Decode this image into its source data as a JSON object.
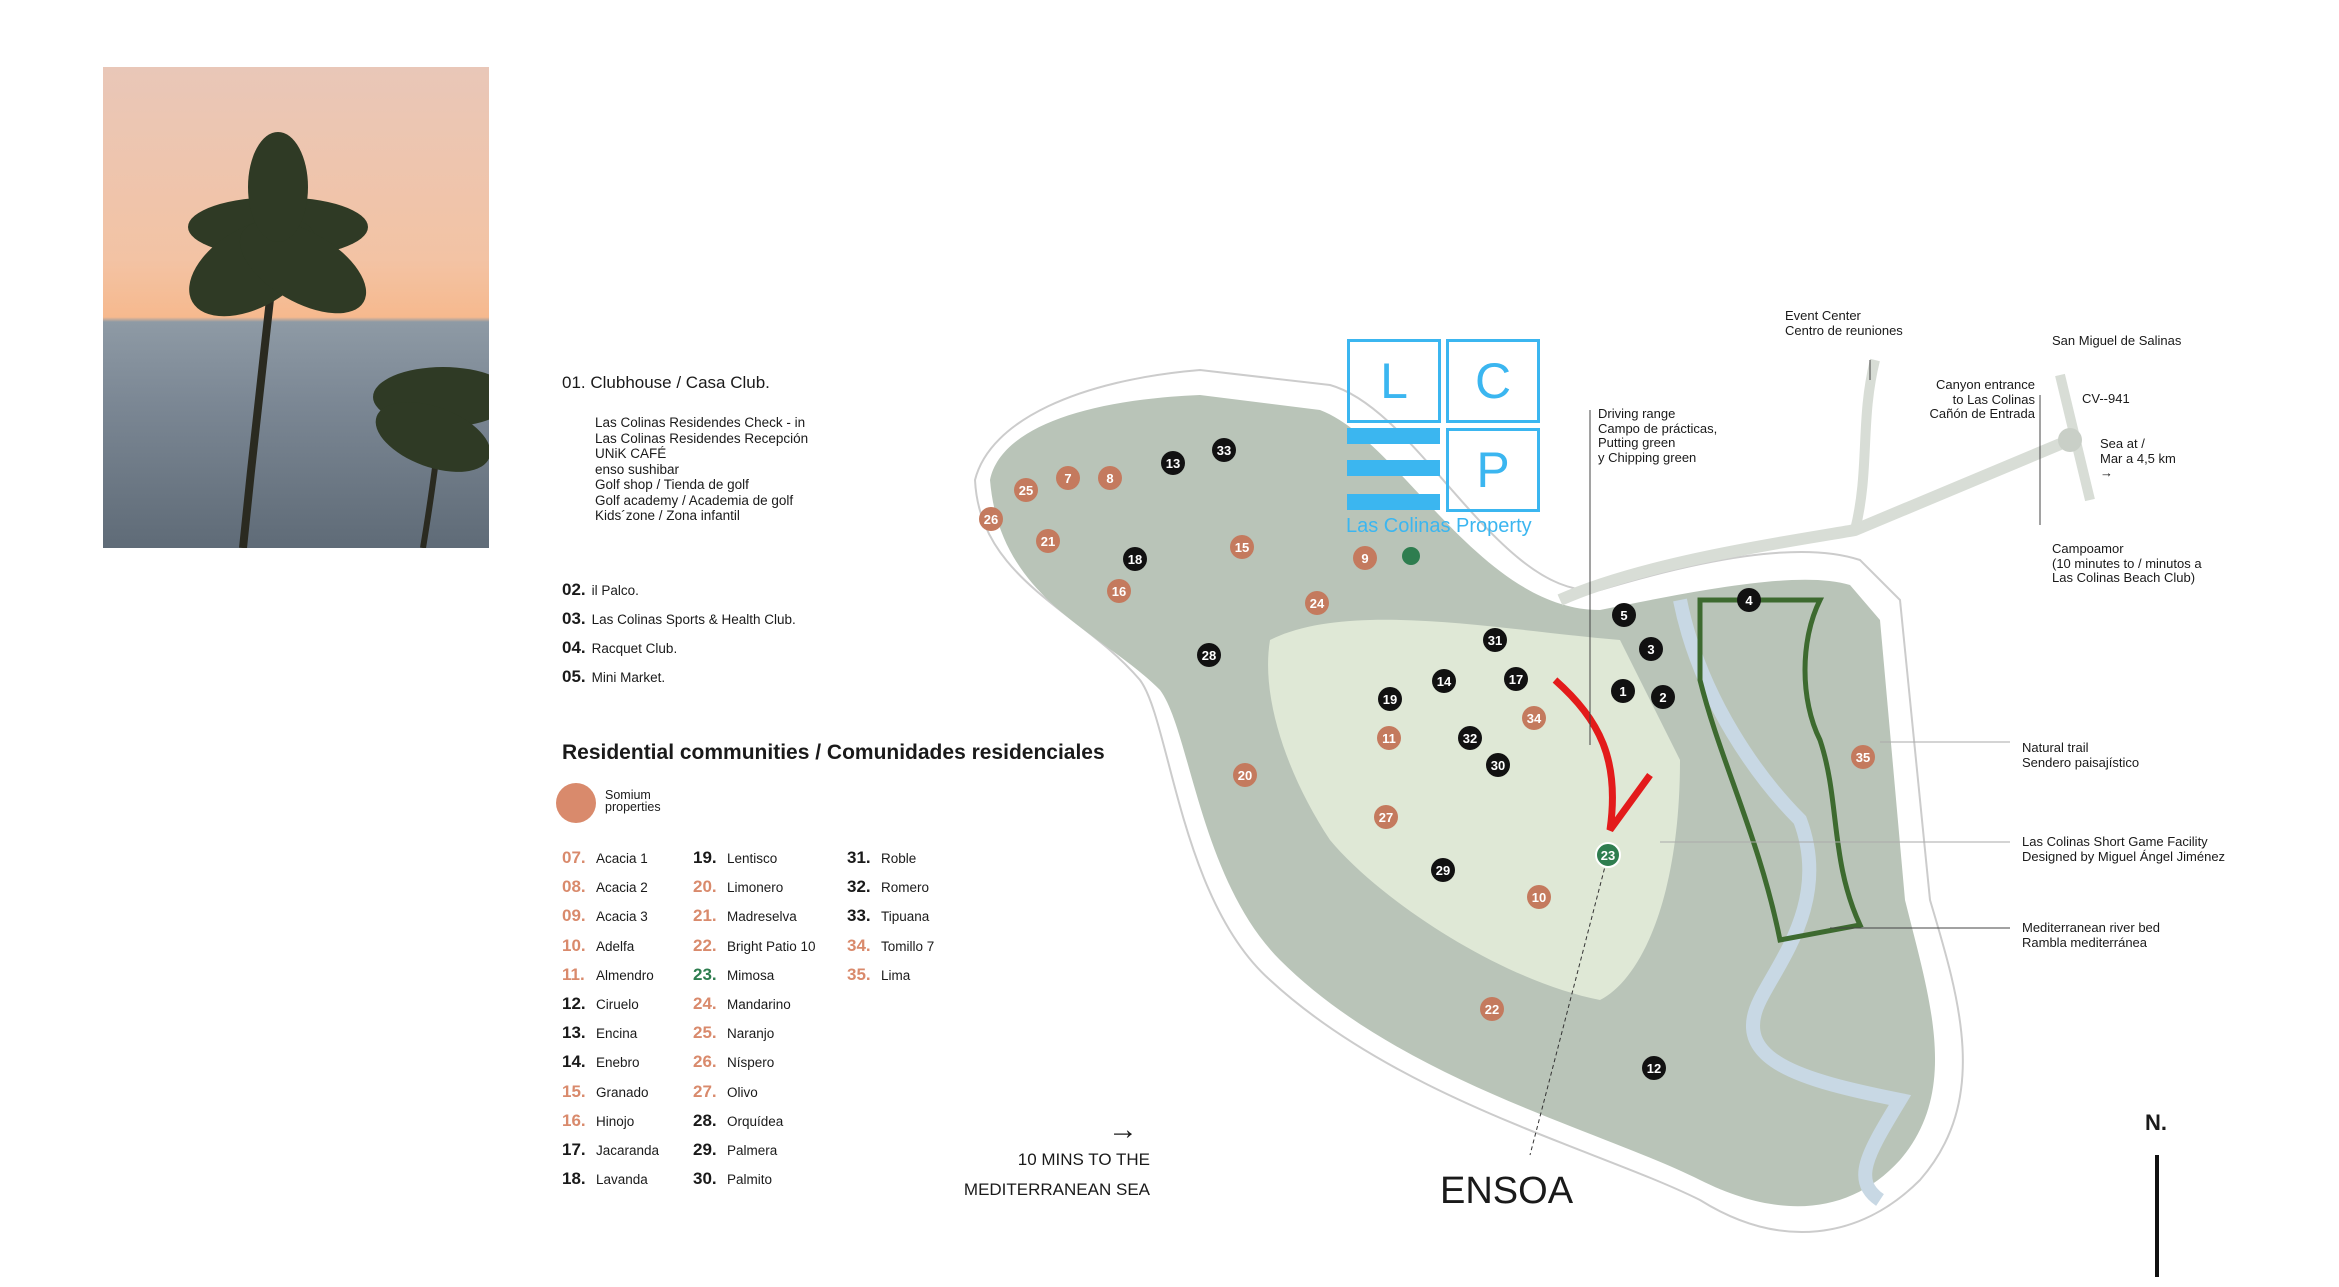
{
  "facilities": {
    "clubhouse": "01. Clubhouse / Casa Club.",
    "clubhouse_items": [
      "Las Colinas Residendes Check - in",
      "Las Colinas Residendes Recepción",
      "UNiK CAFÉ",
      "enso sushibar",
      "Golf shop / Tienda de golf",
      "Golf academy / Academia de golf",
      "Kids´zone / Zona infantil"
    ],
    "others": [
      {
        "num": "02.",
        "label": "il Palco."
      },
      {
        "num": "03.",
        "label": "Las Colinas Sports & Health Club."
      },
      {
        "num": "04.",
        "label": "Racquet Club."
      },
      {
        "num": "05.",
        "label": "Mini Market."
      }
    ]
  },
  "communities": {
    "title": "Residential communities / Comunidades residenciales",
    "legend": "Somium properties",
    "colors": {
      "somium": "#d98a6c",
      "highlight": "#2e7d4f",
      "other": "#1a1a1a"
    },
    "items": [
      {
        "num": "07.",
        "name": "Acacia 1",
        "type": "so"
      },
      {
        "num": "08.",
        "name": "Acacia 2",
        "type": "so"
      },
      {
        "num": "09.",
        "name": "Acacia 3",
        "type": "so"
      },
      {
        "num": "10.",
        "name": "Adelfa",
        "type": "so"
      },
      {
        "num": "11.",
        "name": "Almendro",
        "type": "so"
      },
      {
        "num": "12.",
        "name": "Ciruelo",
        "type": "bk"
      },
      {
        "num": "13.",
        "name": "Encina",
        "type": "bk"
      },
      {
        "num": "14.",
        "name": "Enebro",
        "type": "bk"
      },
      {
        "num": "15.",
        "name": "Granado",
        "type": "so"
      },
      {
        "num": "16.",
        "name": "Hinojo",
        "type": "so"
      },
      {
        "num": "17.",
        "name": "Jacaranda",
        "type": "bk"
      },
      {
        "num": "18.",
        "name": "Lavanda",
        "type": "bk"
      },
      {
        "num": "19.",
        "name": "Lentisco",
        "type": "bk"
      },
      {
        "num": "20.",
        "name": "Limonero",
        "type": "so"
      },
      {
        "num": "21.",
        "name": "Madreselva",
        "type": "so"
      },
      {
        "num": "22.",
        "name": "Bright Patio 10",
        "type": "so"
      },
      {
        "num": "23.",
        "name": "Mimosa",
        "type": "gr"
      },
      {
        "num": "24.",
        "name": "Mandarino",
        "type": "so"
      },
      {
        "num": "25.",
        "name": "Naranjo",
        "type": "so"
      },
      {
        "num": "26.",
        "name": "Níspero",
        "type": "so"
      },
      {
        "num": "27.",
        "name": "Olivo",
        "type": "so"
      },
      {
        "num": "28.",
        "name": "Orquídea",
        "type": "bk"
      },
      {
        "num": "29.",
        "name": "Palmera",
        "type": "bk"
      },
      {
        "num": "30.",
        "name": "Palmito",
        "type": "bk"
      },
      {
        "num": "31.",
        "name": "Roble",
        "type": "bk"
      },
      {
        "num": "32.",
        "name": "Romero",
        "type": "bk"
      },
      {
        "num": "33.",
        "name": "Tipuana",
        "type": "bk"
      },
      {
        "num": "34.",
        "name": "Tomillo 7",
        "type": "so"
      },
      {
        "num": "35.",
        "name": "Lima",
        "type": "so"
      }
    ]
  },
  "sea_note": {
    "line1": "10 MINS TO THE",
    "line2": "MEDITERRANEAN SEA"
  },
  "logo": {
    "l": "L",
    "c": "C",
    "p": "P",
    "name": "Las Colinas Property",
    "color": "#3bb6f0"
  },
  "annotations": {
    "event": [
      "Event Center",
      "Centro de reuniones"
    ],
    "san_miguel": "San Miguel de Salinas",
    "canyon": [
      "Canyon entrance",
      "to Las Colinas",
      "Cañón de Entrada"
    ],
    "cv": "CV--941",
    "sea": [
      "Sea at /",
      "Mar a 4,5 km",
      "→"
    ],
    "driving": [
      "Driving range",
      "Campo de prácticas,",
      "Putting green",
      "y Chipping green"
    ],
    "campoamor": [
      "Campoamor",
      "(10 minutes to / minutos a",
      "Las Colinas Beach Club)"
    ],
    "trail": [
      "Natural trail",
      "Sendero paisajístico"
    ],
    "short_game": [
      "Las Colinas Short Game Facility",
      "Designed by Miguel Ángel Jiménez"
    ],
    "river": [
      "Mediterranean river bed",
      "Rambla mediterránea"
    ],
    "ensoa": "ENSOA",
    "north": "N."
  },
  "map_markers": [
    "25",
    "7",
    "8",
    "13",
    "33",
    "26",
    "21",
    "18",
    "15",
    "16",
    "9",
    "24",
    "28",
    "31",
    "14",
    "17",
    "19",
    "34",
    "11",
    "32",
    "30",
    "20",
    "27",
    "29",
    "10",
    "22",
    "12",
    "35",
    "23",
    "5",
    "4",
    "3",
    "1",
    "2"
  ]
}
